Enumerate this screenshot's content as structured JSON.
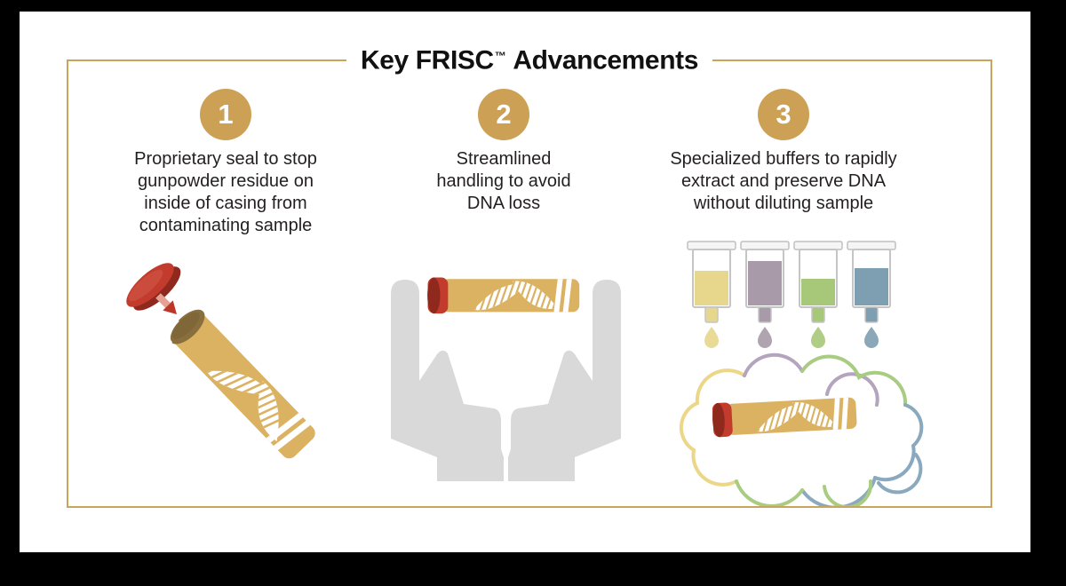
{
  "header": {
    "title_prefix": "Key FRISC",
    "trademark": "™",
    "title_suffix": "Advancements"
  },
  "panels": [
    {
      "number": "1",
      "text": "Proprietary seal to stop gunpowder residue on inside of casing from contaminating sample",
      "lines": [
        "Proprietary seal to stop",
        "gunpowder residue on",
        "inside of casing from",
        "contaminating sample"
      ],
      "illustration": "cartridge casing with DNA helix, open mouth, red proprietary seal cap with arrow"
    },
    {
      "number": "2",
      "text": "Streamlined handling to avoid DNA loss",
      "lines": [
        "Streamlined",
        "handling to avoid",
        "DNA loss"
      ],
      "illustration": "cupped hands holding sealed cartridge casing"
    },
    {
      "number": "3",
      "text": "Specialized buffers to rapidly extract and preserve DNA without diluting sample",
      "lines": [
        "Specialized buffers to rapidly",
        "extract and preserve DNA",
        "without diluting sample"
      ],
      "illustration": "four buffer spin columns dripping onto casing in colored clouds",
      "tubes": [
        {
          "name": "buffer-1",
          "color": "#E7D78C",
          "fill_pct": 62
        },
        {
          "name": "buffer-2",
          "color": "#A89AA9",
          "fill_pct": 79
        },
        {
          "name": "buffer-3",
          "color": "#A6C878",
          "fill_pct": 48
        },
        {
          "name": "buffer-4",
          "color": "#7E9FB1",
          "fill_pct": 67
        }
      ]
    }
  ],
  "colors": {
    "frame_gold": "#C9A55B",
    "badge_gold": "#CDA155",
    "casing_gold": "#DBB162",
    "mouth_gold": "#8A6F3E",
    "mouth_shadow": "#73602F",
    "cap_red": "#C23B2C",
    "cap_red_dark": "#8F281D",
    "cap_highlight": "#CE5443",
    "arrow_light": "#E5A294",
    "arrow_red": "#BD3728",
    "hands_gray": "#D9D9D9",
    "tube_outline": "#C5C5C5",
    "cloud_yellow": "#EBD787",
    "cloud_purple": "#B4A4BE",
    "cloud_green": "#A8CC81",
    "cloud_blue": "#8BA9BE",
    "text": "#231F20",
    "background": "#000000",
    "sheet": "#FFFFFF"
  }
}
